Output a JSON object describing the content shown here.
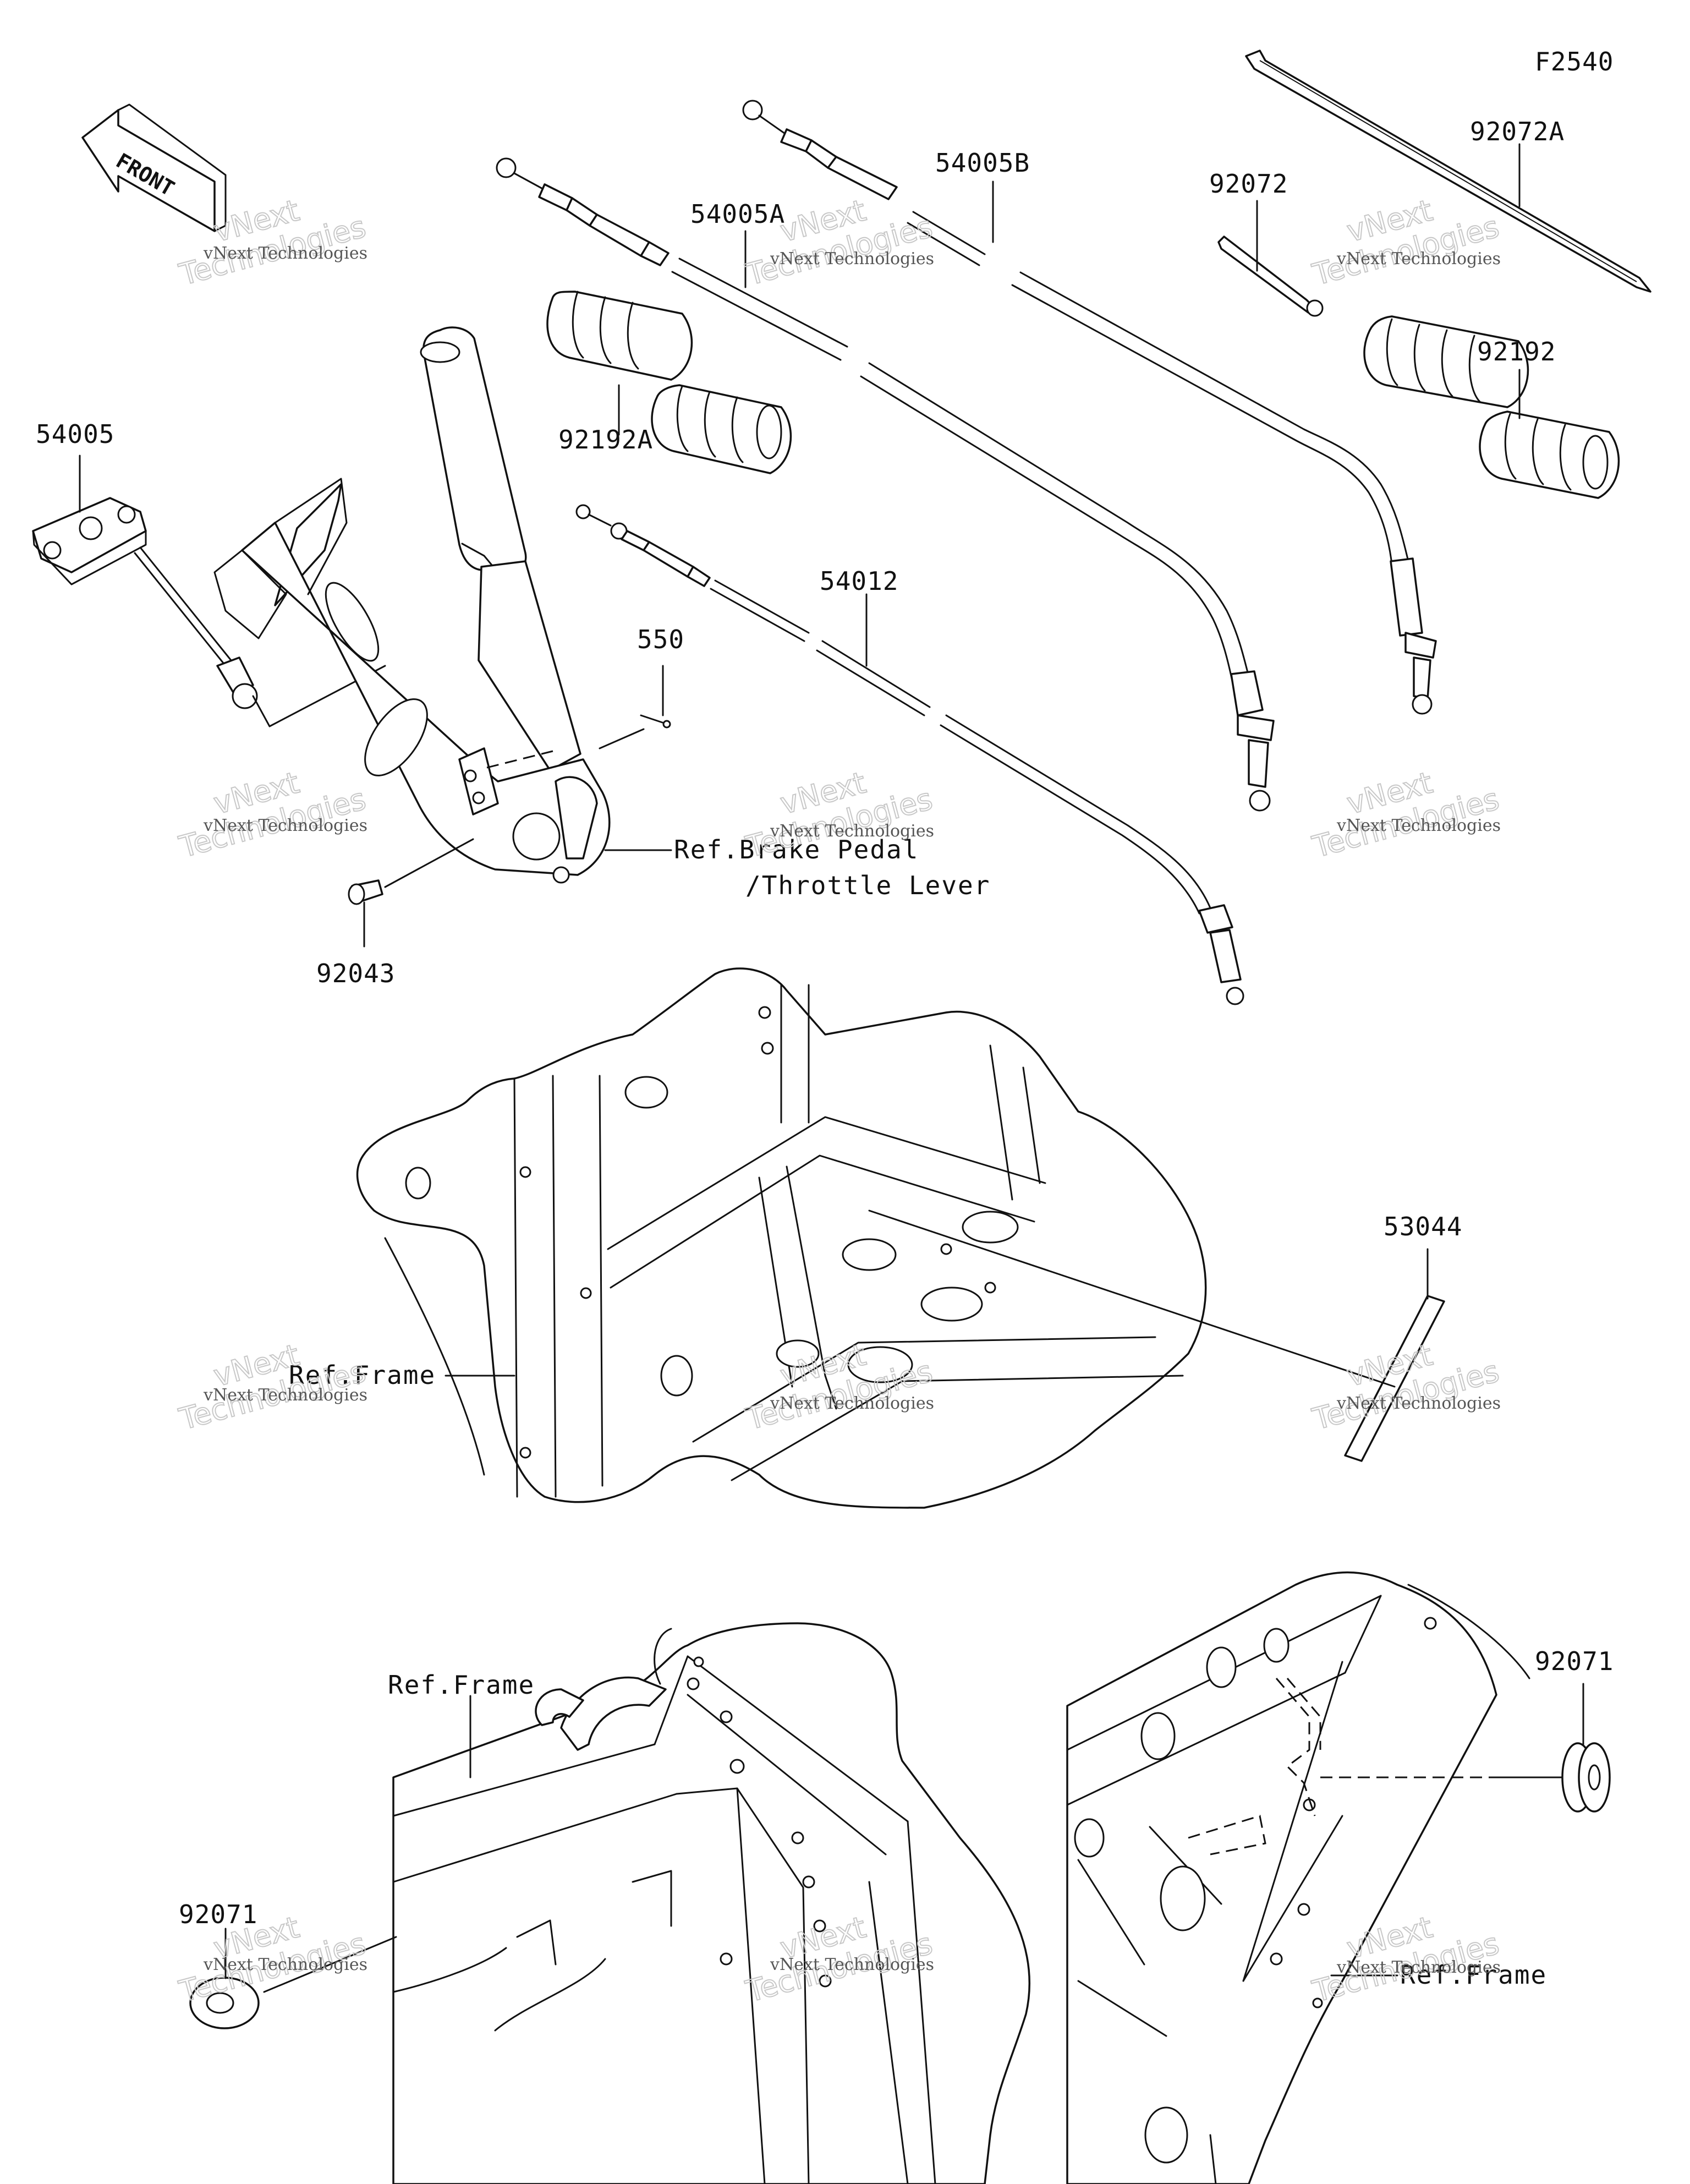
{
  "figure_code": "F2540",
  "front_label": "FRONT",
  "parts": [
    {
      "id": "92072A",
      "label": "92072A"
    },
    {
      "id": "92072",
      "label": "92072"
    },
    {
      "id": "54005B",
      "label": "54005B"
    },
    {
      "id": "54005A",
      "label": "54005A"
    },
    {
      "id": "92192",
      "label": "92192"
    },
    {
      "id": "92192A",
      "label": "92192A"
    },
    {
      "id": "54005",
      "label": "54005"
    },
    {
      "id": "54012",
      "label": "54012"
    },
    {
      "id": "550",
      "label": "550"
    },
    {
      "id": "92043",
      "label": "92043"
    },
    {
      "id": "53044",
      "label": "53044"
    },
    {
      "id": "92071-right",
      "label": "92071"
    },
    {
      "id": "92071-left",
      "label": "92071"
    }
  ],
  "references": {
    "brake_pedal": "Ref.Brake Pedal",
    "throttle_lever": "/Throttle Lever",
    "frame_1": "Ref.Frame",
    "frame_2": "Ref.Frame",
    "frame_3": "Ref.Frame"
  },
  "watermark": {
    "line1": "vNext Technologies",
    "line2": "vNext",
    "line3": "Technologies"
  }
}
